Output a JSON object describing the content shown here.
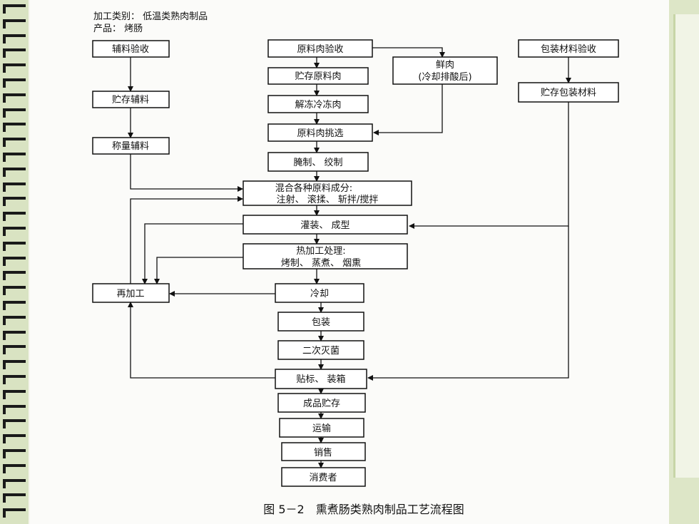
{
  "header": {
    "category_line": "加工类别： 低温类熟肉制品",
    "product_line": "产品： 烤肠"
  },
  "boxes": {
    "aux_inspect": "辅料验收",
    "aux_store": "贮存辅料",
    "aux_weigh": "称量辅料",
    "raw_inspect": "原料肉验收",
    "raw_store": "贮存原料肉",
    "thaw": "解冻冷冻肉",
    "select": "原料肉挑选",
    "cure": "腌制、 绞制",
    "fresh_line1": "鲜肉",
    "fresh_line2": "(冷却排酸后)",
    "pack_inspect": "包装材料验收",
    "pack_store": "贮存包装材料",
    "mix_line1": "混合各种原料成分:",
    "mix_line2": "注射、 滚揉、 斩拌/搅拌",
    "fill": "灌装、 成型",
    "heat_line1": "热加工处理:",
    "heat_line2": "烤制、 蒸煮、 烟熏",
    "rework": "再加工",
    "cool": "冷却",
    "package": "包装",
    "sterilize": "二次灭菌",
    "label": "贴标、 装箱",
    "product_store": "成品贮存",
    "transport": "运输",
    "sale": "销售",
    "consumer": "消费者"
  },
  "caption": "图 5－2　熏煮肠类熟肉制品工艺流程图"
}
